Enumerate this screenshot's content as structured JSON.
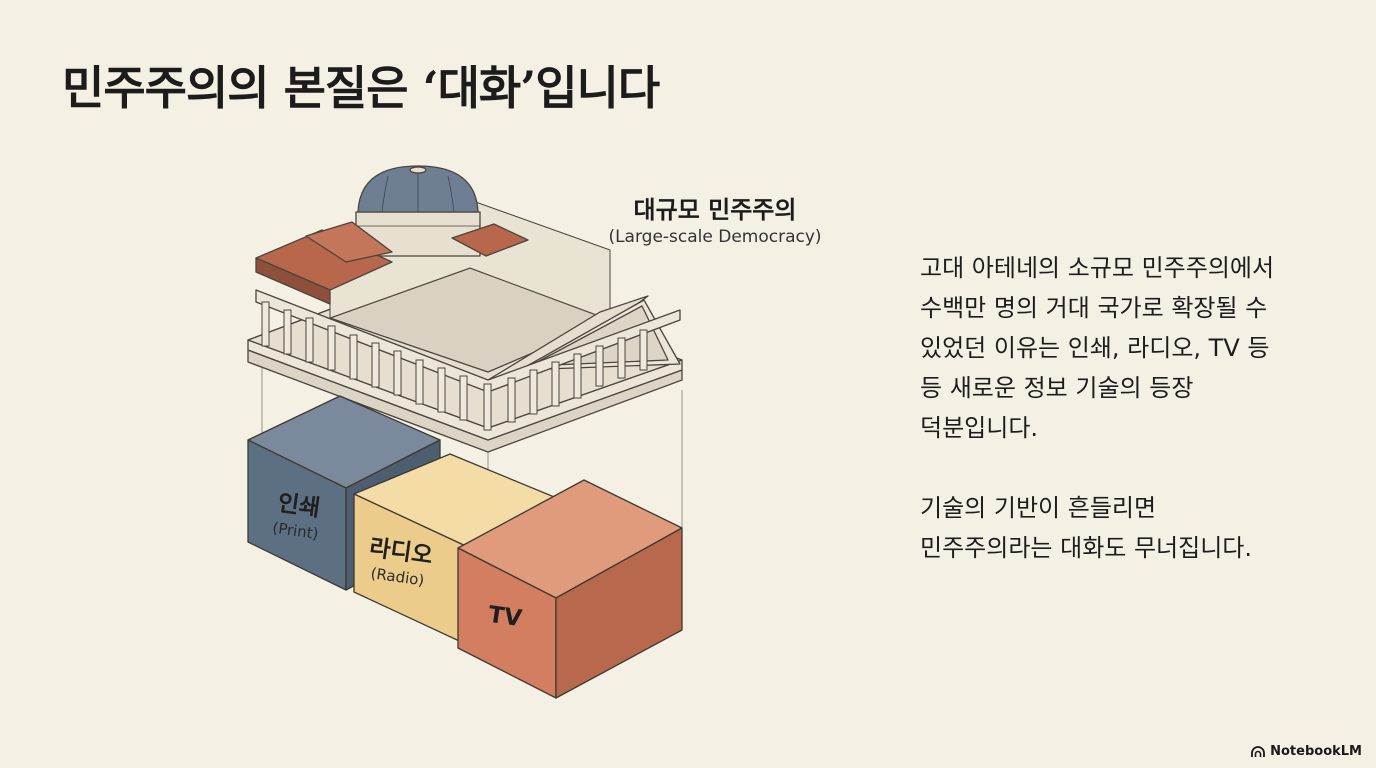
{
  "title": "민주주의의 본질은 ‘대화’입니다",
  "illustration": {
    "caption_ko": "대규모 민주주의",
    "caption_en": "(Large-scale Democracy)",
    "blocks": [
      {
        "label_ko": "인쇄",
        "label_en": "(Print)",
        "color": "#5d6f82"
      },
      {
        "label_ko": "라디오",
        "label_en": "(Radio)",
        "color": "#eccc8a"
      },
      {
        "label_ko": "TV",
        "color": "#d37e60"
      }
    ]
  },
  "body": {
    "paragraphs": [
      [
        "고대 아테네의 소규모 민주주의에서",
        "수백만 명의 거대 국가로 확장될 수",
        "있었던 이유는 인쇄, 라디오, TV 등",
        "등 새로운 정보 기술의 등장",
        "덕분입니다."
      ],
      [
        "기술의 기반이 흔들리면",
        "민주주의라는 대화도 무너집니다."
      ]
    ]
  },
  "brand": {
    "name": "NotebookLM",
    "icon": "notebooklm-logo-icon"
  }
}
